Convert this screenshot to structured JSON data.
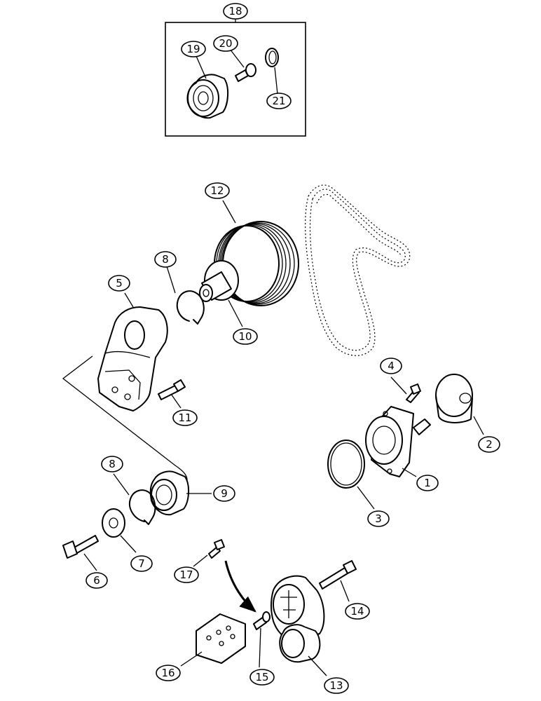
{
  "callouts": [
    "1",
    "2",
    "3",
    "4",
    "5",
    "6",
    "7",
    "8",
    "9",
    "10",
    "11",
    "12",
    "13",
    "14",
    "15",
    "16",
    "17",
    "18",
    "19",
    "20",
    "21",
    "8"
  ]
}
